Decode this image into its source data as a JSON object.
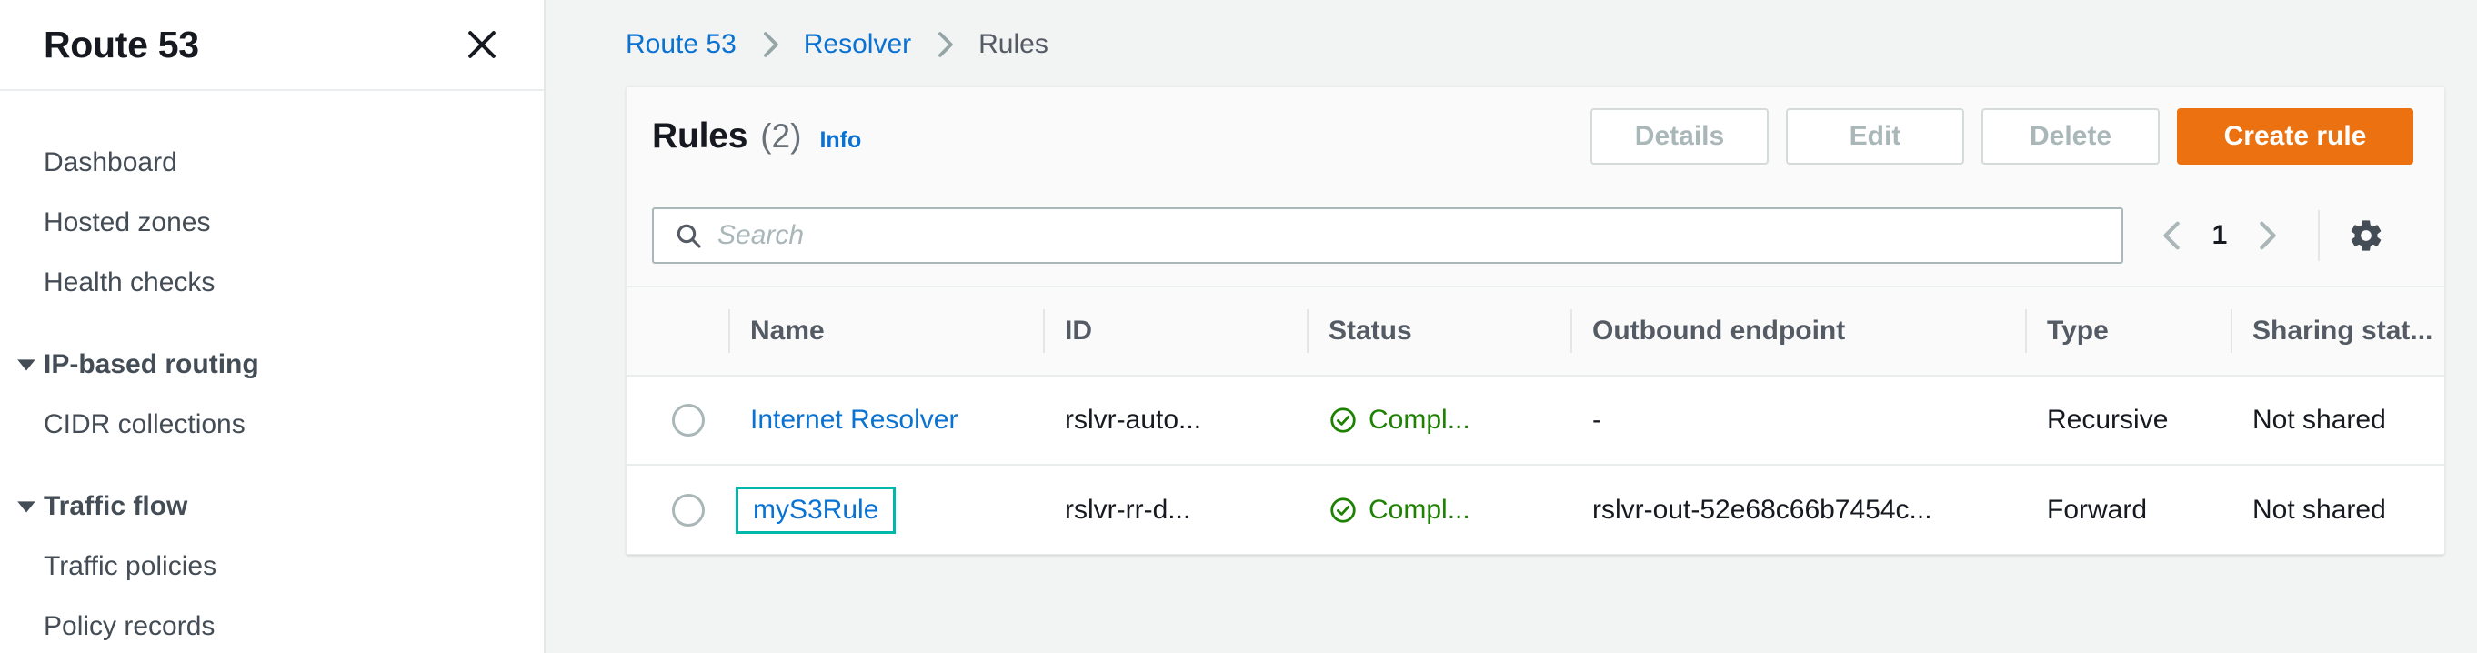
{
  "sidebar": {
    "title": "Route 53",
    "close_icon": "close-icon",
    "items": [
      {
        "label": "Dashboard",
        "type": "link"
      },
      {
        "label": "Hosted zones",
        "type": "link"
      },
      {
        "label": "Health checks",
        "type": "link"
      },
      {
        "label": "IP-based routing",
        "type": "group",
        "icon": "caret-down-icon"
      },
      {
        "label": "CIDR collections",
        "type": "link"
      },
      {
        "label": "Traffic flow",
        "type": "group",
        "icon": "caret-down-icon"
      },
      {
        "label": "Traffic policies",
        "type": "link"
      },
      {
        "label": "Policy records",
        "type": "link"
      }
    ]
  },
  "breadcrumb": {
    "items": [
      {
        "label": "Route 53",
        "current": false
      },
      {
        "label": "Resolver",
        "current": false
      },
      {
        "label": "Rules",
        "current": true
      }
    ],
    "separator_icon": "chevron-right-icon"
  },
  "panel": {
    "title": "Rules",
    "count": "(2)",
    "info_label": "Info",
    "buttons": {
      "details": "Details",
      "edit": "Edit",
      "delete": "Delete",
      "create": "Create rule"
    }
  },
  "search": {
    "placeholder": "Search",
    "value": "",
    "icon": "search-icon"
  },
  "pagination": {
    "prev_icon": "chevron-left-icon",
    "page": "1",
    "next_icon": "chevron-right-icon",
    "settings_icon": "gear-icon"
  },
  "table": {
    "columns": [
      {
        "key": "select",
        "label": ""
      },
      {
        "key": "name",
        "label": "Name"
      },
      {
        "key": "id",
        "label": "ID"
      },
      {
        "key": "status",
        "label": "Status"
      },
      {
        "key": "outbound",
        "label": "Outbound endpoint"
      },
      {
        "key": "type",
        "label": "Type"
      },
      {
        "key": "sharing",
        "label": "Sharing stat..."
      }
    ],
    "rows": [
      {
        "name": "Internet Resolver",
        "id": "rslvr-auto...",
        "status": "Compl...",
        "status_icon": "check-circle-icon",
        "outbound": "-",
        "type": "Recursive",
        "sharing": "Not shared",
        "focused": false,
        "selected": false
      },
      {
        "name": "myS3Rule",
        "id": "rslvr-rr-d...",
        "status": "Compl...",
        "status_icon": "check-circle-icon",
        "outbound": "rslvr-out-52e68c66b7454c...",
        "type": "Forward",
        "sharing": "Not shared",
        "focused": true,
        "selected": false
      }
    ]
  },
  "colors": {
    "accent_orange": "#ec7211",
    "link_blue": "#0972d3",
    "status_green": "#1d8102",
    "focus_teal": "#00b8a9",
    "page_bg": "#f2f3f3"
  }
}
